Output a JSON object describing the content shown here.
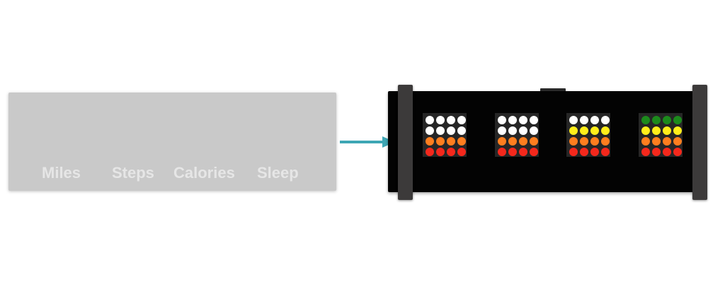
{
  "labels": {
    "miles": "Miles",
    "steps": "Steps",
    "calories": "Calories",
    "sleep": "Sleep"
  },
  "colors": {
    "label_panel": "#c9c9c9",
    "label_text": "#e6e6e6",
    "arrow": "#3ea6b4",
    "device_body": "#030303",
    "end_cap": "#3c3a3a",
    "led_white": "#ffffff",
    "led_yellow": "#ffee1a",
    "led_orange": "#ff7e1f",
    "led_red": "#f4281c",
    "led_green": "#1c8a1c"
  },
  "displays": [
    {
      "metric": "miles",
      "rows": [
        [
          "white",
          "white",
          "white",
          "white"
        ],
        [
          "white",
          "white",
          "white",
          "white"
        ],
        [
          "orange",
          "orange",
          "orange",
          "orange"
        ],
        [
          "red",
          "red",
          "red",
          "red"
        ]
      ]
    },
    {
      "metric": "steps",
      "rows": [
        [
          "white",
          "white",
          "white",
          "white"
        ],
        [
          "white",
          "white",
          "white",
          "white"
        ],
        [
          "orange",
          "orange",
          "orange",
          "orange"
        ],
        [
          "red",
          "red",
          "red",
          "red"
        ]
      ]
    },
    {
      "metric": "calories",
      "rows": [
        [
          "white",
          "white",
          "white",
          "white"
        ],
        [
          "yellow",
          "yellow",
          "yellow",
          "yellow"
        ],
        [
          "orange",
          "orange",
          "orange",
          "orange"
        ],
        [
          "red",
          "red",
          "red",
          "red"
        ]
      ]
    },
    {
      "metric": "sleep",
      "rows": [
        [
          "green",
          "green",
          "green",
          "green"
        ],
        [
          "yellow",
          "yellow",
          "yellow",
          "yellow"
        ],
        [
          "orange",
          "orange",
          "orange",
          "orange"
        ],
        [
          "red",
          "red",
          "red",
          "red"
        ]
      ]
    }
  ]
}
